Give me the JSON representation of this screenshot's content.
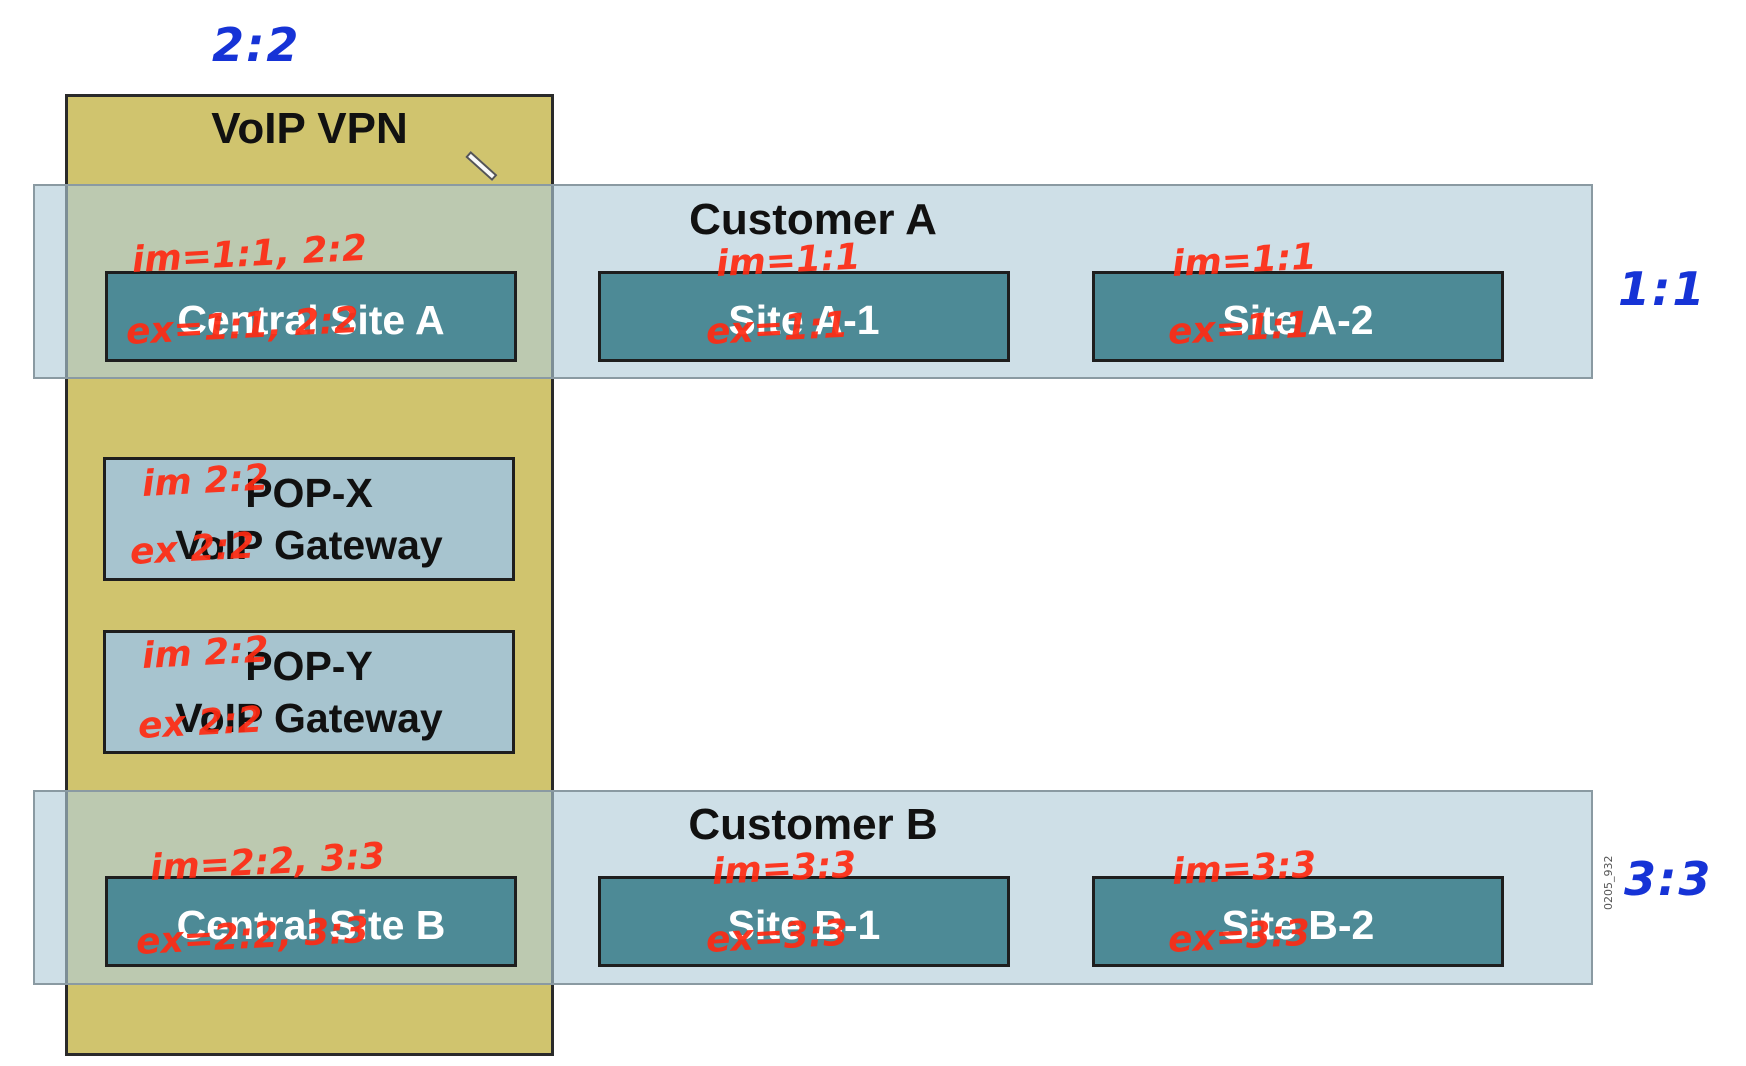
{
  "vpn": {
    "title": "VoIP VPN",
    "rt_note": "2:2"
  },
  "customer_a": {
    "title": "Customer A",
    "rt_note": "1:1",
    "sites": [
      {
        "label": "Central Site A",
        "import": "im=1:1, 2:2",
        "export": "ex=1:1, 2:2"
      },
      {
        "label": "Site A-1",
        "import": "im=1:1",
        "export": "ex=1:1"
      },
      {
        "label": "Site A-2",
        "import": "im=1:1",
        "export": "ex=1:1"
      }
    ]
  },
  "pops": [
    {
      "line1": "POP-X",
      "line2": "VoIP Gateway",
      "import": "im 2:2",
      "export": "ex 2:2"
    },
    {
      "line1": "POP-Y",
      "line2": "VoIP Gateway",
      "import": "im 2:2",
      "export": "ex 2:2"
    }
  ],
  "customer_b": {
    "title": "Customer B",
    "rt_note": "3:3",
    "sites": [
      {
        "label": "Central Site B",
        "import": "im=2:2, 3:3",
        "export": "ex=2:2, 3:3"
      },
      {
        "label": "Site B-1",
        "import": "im=3:3",
        "export": "ex=3:3"
      },
      {
        "label": "Site B-2",
        "import": "im=3:3",
        "export": "ex=3:3"
      }
    ]
  },
  "figure_id": "0205_932",
  "colors": {
    "vpn_fill": "#d0c46e",
    "band_fill": "#b0ccd8",
    "site_fill": "#4d8a96",
    "pop_fill": "#a7c4cf",
    "annotation_red": "#ff2a12",
    "annotation_blue": "#1633d6"
  },
  "icons": {
    "cursor": "pen-cursor-icon"
  }
}
